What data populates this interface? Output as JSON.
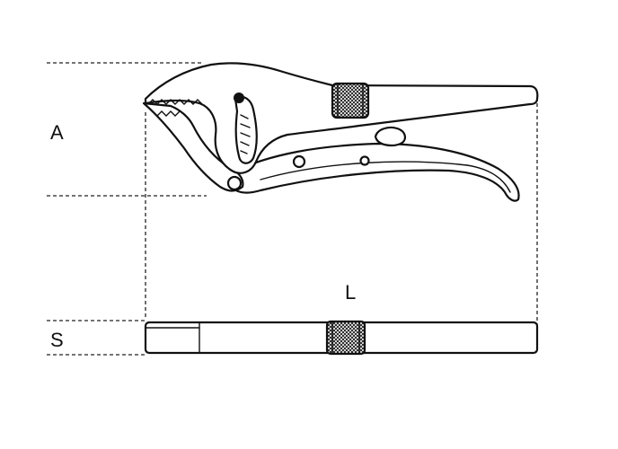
{
  "diagram": {
    "dimensions": {
      "jaw_opening": "A",
      "length": "L",
      "thickness": "S"
    },
    "colors": {
      "line": "#111111",
      "background": "#ffffff"
    }
  }
}
